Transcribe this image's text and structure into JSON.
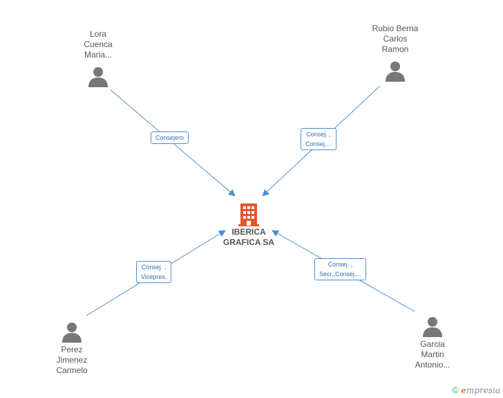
{
  "company": {
    "name_lines": [
      "IBERICA",
      "GRAFICA SA"
    ]
  },
  "persons": [
    {
      "id": "lora",
      "name_lines": [
        "Lora",
        "Cuenca",
        "Maria..."
      ]
    },
    {
      "id": "rubio",
      "name_lines": [
        "Rubio Berna",
        "Carlos",
        "Ramon"
      ]
    },
    {
      "id": "perez",
      "name_lines": [
        "Perez",
        "Jimenez",
        "Carmelo"
      ]
    },
    {
      "id": "garcia",
      "name_lines": [
        "Garcia",
        "Martin",
        "Antonio..."
      ]
    }
  ],
  "roles": [
    {
      "id": "lora",
      "lines": [
        "Consejero"
      ]
    },
    {
      "id": "rubio",
      "lines": [
        "Consej. ,",
        "Consej...."
      ]
    },
    {
      "id": "perez",
      "lines": [
        "Consej. ,",
        "Vicepres."
      ]
    },
    {
      "id": "garcia",
      "lines": [
        "Consej. ,",
        "Secr.,Consej...."
      ]
    }
  ],
  "footer": {
    "copyright_symbol": "©",
    "brand_first": "e",
    "brand_rest": "mpresia"
  },
  "colors": {
    "edge": "#4a8fd4",
    "company_icon": "#e8552a",
    "person_icon": "#777777"
  }
}
